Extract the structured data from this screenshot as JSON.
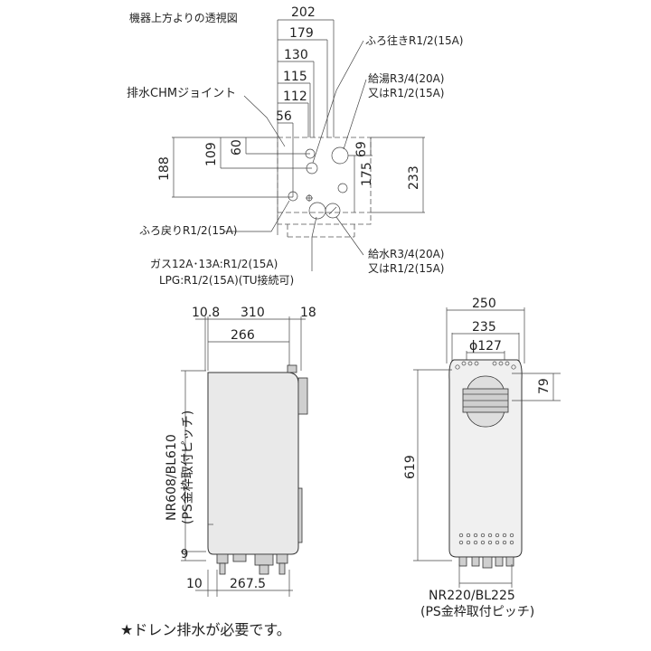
{
  "top_view": {
    "caption": "機器上方よりの透視図",
    "dims_horizontal": [
      "202",
      "179",
      "130",
      "115",
      "112",
      "56"
    ],
    "dims_vertical": [
      "109",
      "60",
      "188",
      "69",
      "175",
      "233"
    ],
    "labels": {
      "chm": "排水CHMジョイント",
      "bath_out": "ふろ往きR1/2(15A)",
      "hot_1": "給湯R3/4(20A)",
      "hot_2": "又はR1/2(15A)",
      "bath_return": "ふろ戻りR1/2(15A)",
      "water_1": "給水R3/4(20A)",
      "water_2": "又はR1/2(15A)",
      "gas_1": "ガス12A･13A:R1/2(15A)",
      "gas_2": "LPG:R1/2(15A)(TU接続可)"
    }
  },
  "side_view": {
    "dims_top": [
      "10.8",
      "310",
      "18"
    ],
    "dim_266": "266",
    "vertical_1": "NR608/BL610",
    "vertical_2": "(PS金枠取付ピッチ)",
    "dim_9": "9",
    "dim_10": "10",
    "dim_267": "267.5"
  },
  "front_view": {
    "dim_250": "250",
    "dim_235": "235",
    "dim_127": "ϕ127",
    "dim_79": "79",
    "dim_619": "619",
    "caption_1": "NR220/BL225",
    "caption_2": "(PS金枠取付ピッチ)"
  },
  "footnote": "★ドレン排水が必要です。"
}
